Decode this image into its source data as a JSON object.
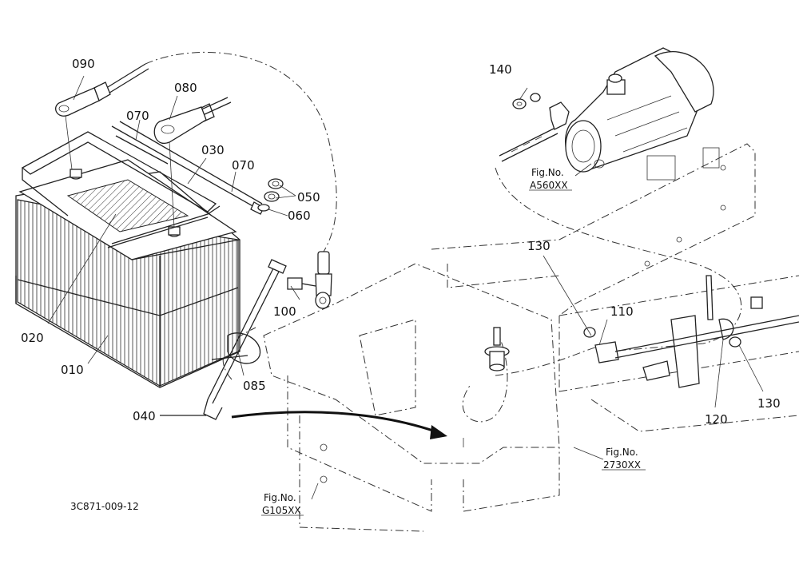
{
  "parts": {
    "p010": "010",
    "p020": "020",
    "p030": "030",
    "p040": "040",
    "p050": "050",
    "p060": "060",
    "p070a": "070",
    "p070b": "070",
    "p080": "080",
    "p085": "085",
    "p090": "090",
    "p100": "100",
    "p110": "110",
    "p120": "120",
    "p130a": "130",
    "p130b": "130",
    "p140": "140"
  },
  "figrefs": {
    "a560": {
      "title": "Fig.No.",
      "code": "A560XX"
    },
    "f2730": {
      "title": "Fig.No.",
      "code": "2730XX"
    },
    "g105": {
      "title": "Fig.No.",
      "code": "G105XX"
    }
  },
  "drawing_id": "3C871-009-12"
}
